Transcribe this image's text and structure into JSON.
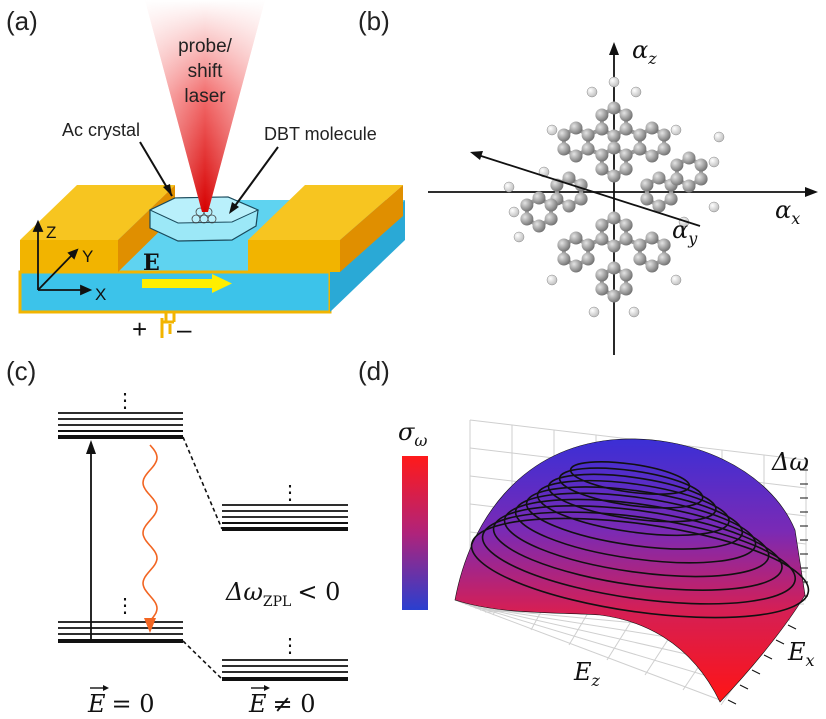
{
  "panels": {
    "a": {
      "label": "(a)",
      "laser_text": [
        "probe/",
        "shift",
        "laser"
      ],
      "ac_crystal": "Ac crystal",
      "dbt_molecule": "DBT molecule",
      "field_label": "E",
      "axis_z": "Z",
      "axis_y": "Y",
      "axis_x": "X",
      "plus": "+",
      "minus": "–",
      "colors": {
        "electrode": "#f2b400",
        "substrate": "#3cc8ee",
        "laser": "#e31a1a",
        "arrow": "#ffee00"
      }
    },
    "b": {
      "label": "(b)",
      "alpha": "α",
      "sub_z": "z",
      "sub_x": "x",
      "sub_y": "y"
    },
    "c": {
      "label": "(c)",
      "dots": "⋮",
      "shift_lhs": "Δω",
      "shift_sub": "ZPL",
      "shift_rhs": "< 0",
      "e_zero": "= 0",
      "e_nonzero": "≠ 0",
      "e_symbol": "E",
      "colors": {
        "emission": "#f26522"
      }
    },
    "d": {
      "label": "(d)",
      "colorbar_sym": "σ",
      "colorbar_sub": "ω",
      "zlabel": "Δω",
      "x1": "E",
      "x1_sub": "z",
      "x2": "E",
      "x2_sub": "x",
      "colors": {
        "low": "#2a3fcf",
        "high": "#ff1a1a"
      }
    }
  }
}
